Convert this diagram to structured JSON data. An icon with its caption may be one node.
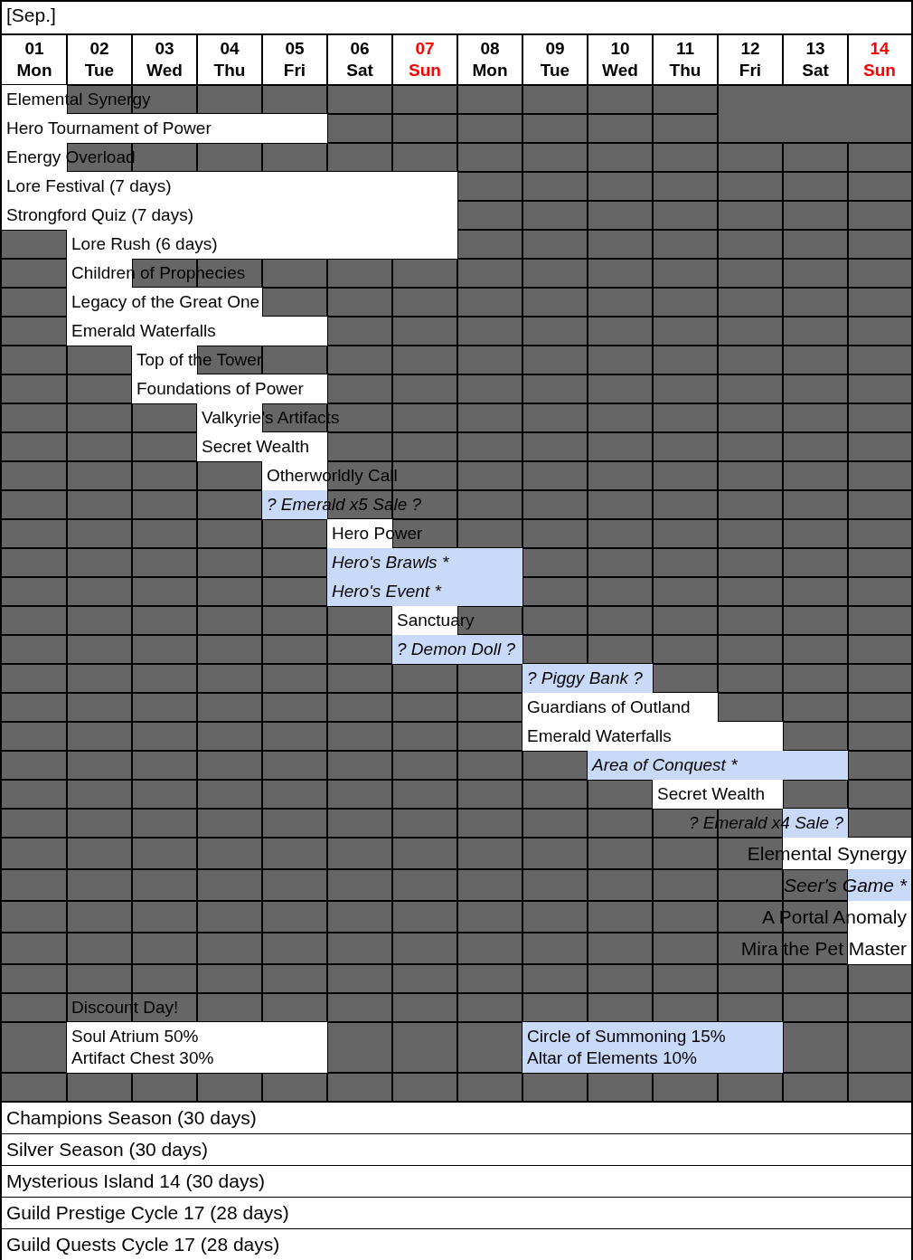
{
  "diagram": {
    "nodes": [
      {
        "text": [
          "Elemental Synergy"
        ]
      },
      {
        "text": [
          "Hero Tournament of Power"
        ]
      },
      {
        "text": [
          "Energy Overload"
        ]
      },
      {
        "text": [
          "Lore Festival (7 days)"
        ]
      },
      {
        "text": [
          "Strongford Quiz (7 days)"
        ]
      },
      {
        "text": [
          "Lore Rush (6 days)"
        ]
      },
      {
        "text": [
          "Children of Prophecies"
        ]
      },
      {
        "text": [
          "Legacy of the Great One"
        ]
      },
      {
        "text": [
          "Emerald Waterfalls"
        ]
      },
      {
        "text": [
          "Top of the Tower"
        ]
      },
      {
        "text": [
          "Foundations of Power"
        ]
      },
      {
        "text": [
          "Valkyrie’s Artifacts"
        ]
      },
      {
        "text": [
          "Secret Wealth"
        ]
      },
      {
        "text": [
          "Otherworldly Call"
        ]
      },
      {
        "text": [
          "? Emerald x5 Sale ?"
        ]
      },
      {
        "text": [
          "Hero Power"
        ]
      },
      {
        "text": [
          "Hero's Brawls *"
        ]
      },
      {
        "text": [
          "Hero's Event *"
        ]
      },
      {
        "text": [
          "Sanctuary"
        ]
      },
      {
        "text": [
          "? Demon Doll ?"
        ]
      },
      {
        "text": [
          "? Piggy Bank ?"
        ]
      },
      {
        "text": [
          "Guardians of Outland"
        ]
      },
      {
        "text": [
          "Emerald Waterfalls"
        ]
      },
      {
        "text": [
          "Area of Conquest *"
        ]
      },
      {
        "text": [
          "Secret Wealth"
        ]
      },
      {
        "text": [
          "? Emerald x4 Sale ?"
        ]
      },
      {
        "text": [
          "Elemental Synergy"
        ]
      },
      {
        "text": [
          "Seer's Game *"
        ]
      },
      {
        "text": [
          "A Portal Anomaly"
        ]
      },
      {
        "text": [
          "Mira the Pet Master"
        ]
      },
      {
        "text": [
          "Soul Atrium 50%",
          "Artifact Chest 30%"
        ]
      },
      {
        "text": [
          "Circle of Summoning 15%",
          "Altar of Elements 10%"
        ]
      },
      {
        "text": [
          "Champions Season (30 days)"
        ]
      },
      {
        "text": [
          "Silver Season (30 days)"
        ]
      },
      {
        "text": [
          "Mysterious Island 14 (30 days)"
        ]
      },
      {
        "text": [
          "Guild Prestige Cycle 17 (28 days)"
        ]
      },
      {
        "text": [
          "Guild Quests Cycle 17 (28 days)"
        ]
      }
    ],
    "labels": [
      "[Sep.]",
      "01 Mon",
      "02 Tue",
      "03 Wed",
      "04 Thu",
      "05 Fri",
      "06 Sat",
      "07 Sun",
      "08 Mon",
      "09 Tue",
      "10 Wed",
      "11 Thu",
      "12 Fri",
      "13 Sat",
      "14 Sun",
      "Discount Day!"
    ]
  }
}
